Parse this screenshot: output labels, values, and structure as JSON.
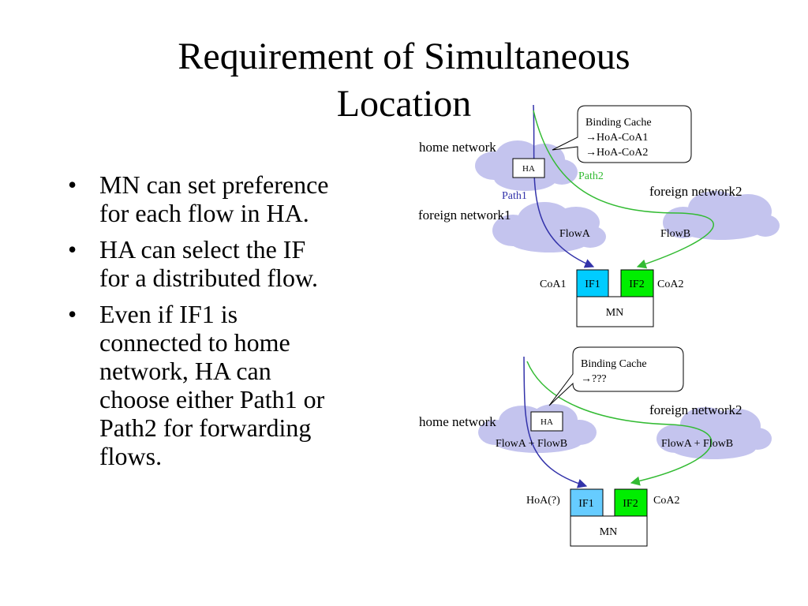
{
  "slide": {
    "title_line1": "Requirement of Simultaneous",
    "title_line2": "Location",
    "bullets": [
      {
        "line1": "MN can set preference",
        "line2": "for each flow in HA."
      },
      {
        "line1": "HA can select the IF",
        "line2": "for a distributed flow."
      },
      {
        "lines": [
          "Even if IF1 is",
          "connected to home",
          "network, HA can",
          "choose either Path1 or",
          "Path2 for forwarding",
          "flows."
        ]
      }
    ]
  },
  "diagram_top": {
    "binding_cache": {
      "title": "Binding Cache",
      "entry1": "HoA-CoA1",
      "entry2": "HoA-CoA2"
    },
    "home_network": "home network",
    "ha": "HA",
    "path1": "Path1",
    "path2": "Path2",
    "foreign_network1": "foreign network1",
    "foreign_network2": "foreign network2",
    "flow_a": "FlowA",
    "flow_b": "FlowB",
    "coa1": "CoA1",
    "coa2": "CoA2",
    "if1": "IF1",
    "if2": "IF2",
    "mn": "MN"
  },
  "diagram_bottom": {
    "binding_cache": {
      "title": "Binding Cache",
      "entry1": "???"
    },
    "home_network": "home network",
    "ha": "HA",
    "foreign_network2": "foreign network2",
    "flow_left": "FlowA + FlowB",
    "flow_right": "FlowA + FlowB",
    "hoa": "HoA(?)",
    "coa2": "CoA2",
    "if1": "IF1",
    "if2": "IF2",
    "mn": "MN"
  },
  "arrow_glyph": "→",
  "colors": {
    "cloud": "#c4c4ee",
    "path1": "#3333aa",
    "path2": "#33bb33",
    "if1_top": "#00ccff",
    "if1_bottom": "#66ccff",
    "if2": "#00ee00"
  }
}
